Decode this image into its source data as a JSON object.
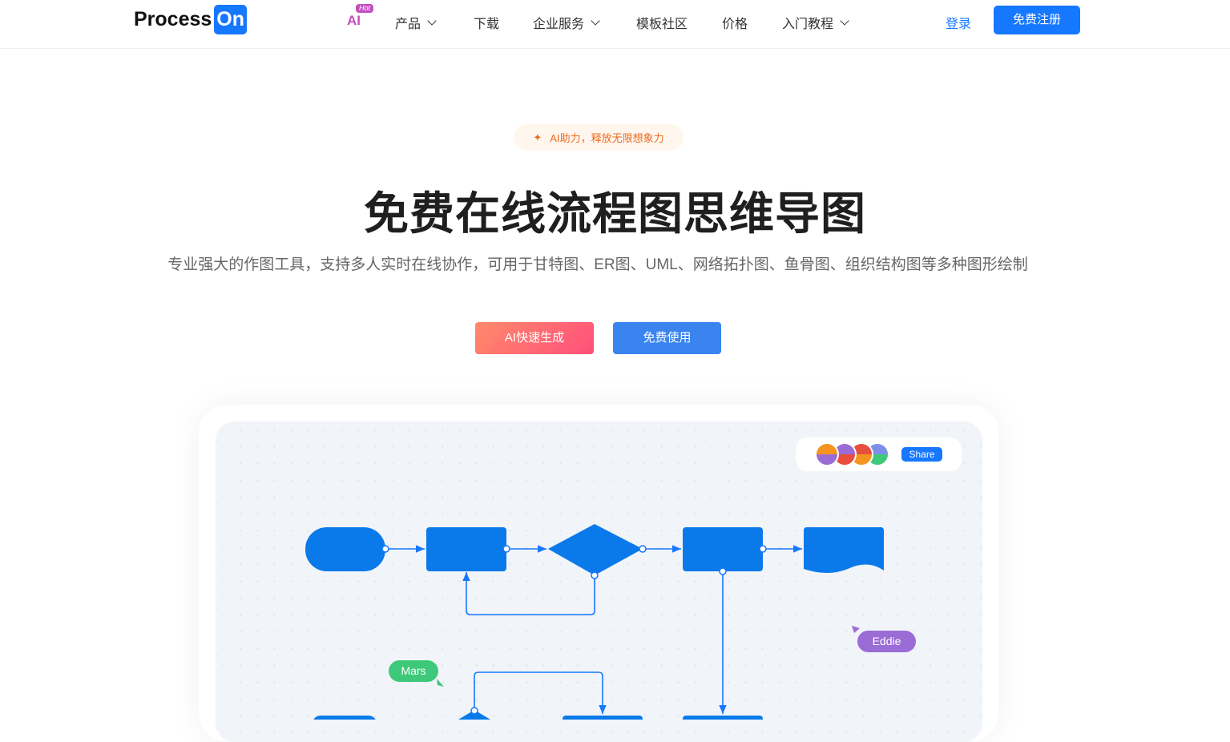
{
  "nav": {
    "logo_text": "Process",
    "logo_badge": "On",
    "ai": "AI",
    "hot": "Hot",
    "items": [
      {
        "label": "产品",
        "dropdown": true
      },
      {
        "label": "下载"
      },
      {
        "label": "企业服务",
        "dropdown": true
      },
      {
        "label": "模板社区"
      },
      {
        "label": "价格"
      },
      {
        "label": "入门教程",
        "dropdown": true
      }
    ],
    "login": "登录",
    "register": "免费注册"
  },
  "hero": {
    "badge": "AI助力，释放无限想象力",
    "title": "免费在线流程图思维导图",
    "subtitle": "专业强大的作图工具，支持多人实时在线协作，可用于甘特图、ER图、UML、网络拓扑图、鱼骨图、组织结构图等多种图形绘制",
    "ai_button": "AI快速生成",
    "free_button": "免费使用"
  },
  "preview": {
    "share": "Share",
    "cursors": [
      "Mars",
      "Eddie"
    ]
  },
  "colors": {
    "brand": "#1677ff",
    "mars": "#3ec97a",
    "eddie": "#9b6bd6"
  }
}
